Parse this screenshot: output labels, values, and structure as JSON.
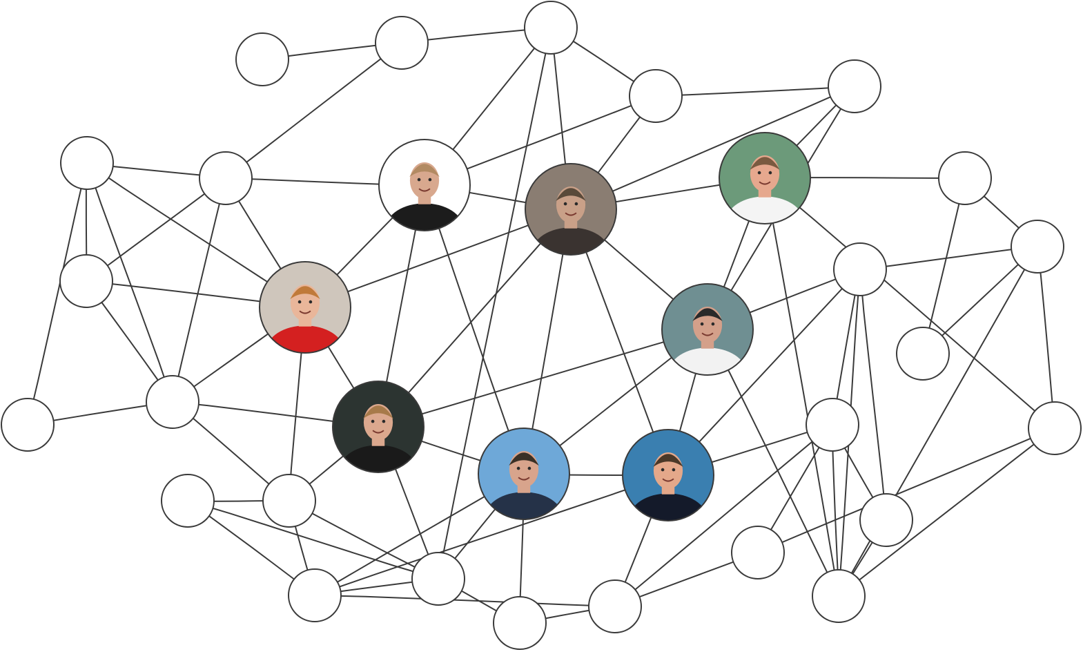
{
  "diagram": {
    "type": "network-graph",
    "nodes": [
      {
        "id": "n0",
        "kind": "empty"
      },
      {
        "id": "n1",
        "kind": "empty"
      },
      {
        "id": "n2",
        "kind": "empty"
      },
      {
        "id": "n3",
        "kind": "empty"
      },
      {
        "id": "n4",
        "kind": "empty"
      },
      {
        "id": "n5",
        "kind": "empty"
      },
      {
        "id": "n6",
        "kind": "empty"
      },
      {
        "id": "n7",
        "kind": "empty"
      },
      {
        "id": "n8",
        "kind": "empty"
      },
      {
        "id": "n9",
        "kind": "empty"
      },
      {
        "id": "n10",
        "kind": "empty"
      },
      {
        "id": "n11",
        "kind": "empty"
      },
      {
        "id": "n12",
        "kind": "empty"
      },
      {
        "id": "n13",
        "kind": "empty"
      },
      {
        "id": "n14",
        "kind": "empty"
      },
      {
        "id": "n15",
        "kind": "empty"
      },
      {
        "id": "n16",
        "kind": "empty"
      },
      {
        "id": "n17",
        "kind": "empty"
      },
      {
        "id": "n18",
        "kind": "empty"
      },
      {
        "id": "n19",
        "kind": "empty"
      },
      {
        "id": "n20",
        "kind": "empty"
      },
      {
        "id": "n21",
        "kind": "empty"
      },
      {
        "id": "n22",
        "kind": "empty"
      },
      {
        "id": "n23",
        "kind": "empty"
      },
      {
        "id": "p1",
        "kind": "photo",
        "palette": {
          "bg": "#ffffff",
          "skin": "#d8a88e",
          "hair": "#b28a62",
          "shirt": "#1c1c1c"
        }
      },
      {
        "id": "p2",
        "kind": "photo",
        "palette": {
          "bg": "#8a7d72",
          "skin": "#c9a088",
          "hair": "#5a4a3a",
          "shirt": "#3a3330"
        }
      },
      {
        "id": "p3",
        "kind": "photo",
        "palette": {
          "bg": "#6c9a7a",
          "skin": "#e6a88e",
          "hair": "#7a5a40",
          "shirt": "#f4f4f4"
        }
      },
      {
        "id": "p4",
        "kind": "photo",
        "palette": {
          "bg": "#cfc6bc",
          "skin": "#e9b69a",
          "hair": "#c07a3a",
          "shirt": "#d42020"
        }
      },
      {
        "id": "p5",
        "kind": "photo",
        "palette": {
          "bg": "#6f8f92",
          "skin": "#d4a08a",
          "hair": "#2a2a2a",
          "shirt": "#f2f2f2"
        }
      },
      {
        "id": "p6",
        "kind": "photo",
        "palette": {
          "bg": "#2c3431",
          "skin": "#dba88e",
          "hair": "#a77a4a",
          "shirt": "#1a1a1a"
        }
      },
      {
        "id": "p7",
        "kind": "photo",
        "palette": {
          "bg": "#6ea8d8",
          "skin": "#d8a48c",
          "hair": "#3a3026",
          "shirt": "#253248"
        }
      },
      {
        "id": "p8",
        "kind": "photo",
        "palette": {
          "bg": "#3a7fb0",
          "skin": "#e4a88a",
          "hair": "#4a3828",
          "shirt": "#141a2a"
        }
      }
    ],
    "edges": [
      [
        "n0",
        "n1"
      ],
      [
        "n1",
        "n2"
      ],
      [
        "n2",
        "n3"
      ],
      [
        "n1",
        "n7"
      ],
      [
        "n2",
        "p1"
      ],
      [
        "n2",
        "p2"
      ],
      [
        "n2",
        "n15"
      ],
      [
        "n3",
        "p2"
      ],
      [
        "n3",
        "n4"
      ],
      [
        "n3",
        "p1"
      ],
      [
        "n4",
        "p2"
      ],
      [
        "n4",
        "p5"
      ],
      [
        "n4",
        "p3"
      ],
      [
        "n5",
        "n6"
      ],
      [
        "n5",
        "p3"
      ],
      [
        "n5",
        "n9"
      ],
      [
        "n6",
        "n9"
      ],
      [
        "n6",
        "n8"
      ],
      [
        "n6",
        "n21"
      ],
      [
        "n6",
        "n19"
      ],
      [
        "n7",
        "n10"
      ],
      [
        "n7",
        "p1"
      ],
      [
        "n7",
        "n11"
      ],
      [
        "n7",
        "n12"
      ],
      [
        "n7",
        "p4"
      ],
      [
        "n10",
        "n11"
      ],
      [
        "n10",
        "p4"
      ],
      [
        "n10",
        "n12"
      ],
      [
        "n10",
        "n13"
      ],
      [
        "n11",
        "n12"
      ],
      [
        "n11",
        "p4"
      ],
      [
        "n12",
        "n13"
      ],
      [
        "n12",
        "p6"
      ],
      [
        "n12",
        "n14"
      ],
      [
        "n12",
        "p4"
      ],
      [
        "n13",
        "n12"
      ],
      [
        "n14",
        "n16"
      ],
      [
        "n14",
        "p6"
      ],
      [
        "n14",
        "n15"
      ],
      [
        "n14",
        "n17"
      ],
      [
        "n14",
        "p4"
      ],
      [
        "n15",
        "n16"
      ],
      [
        "n15",
        "p6"
      ],
      [
        "n15",
        "p7"
      ],
      [
        "n15",
        "n17"
      ],
      [
        "n16",
        "n17"
      ],
      [
        "n17",
        "p7"
      ],
      [
        "n17",
        "n22"
      ],
      [
        "n17",
        "p8"
      ],
      [
        "n18",
        "n22"
      ],
      [
        "n18",
        "p8"
      ],
      [
        "n18",
        "n19"
      ],
      [
        "n18",
        "n23"
      ],
      [
        "n18",
        "n20"
      ],
      [
        "n18",
        "n21"
      ],
      [
        "n19",
        "n20"
      ],
      [
        "n19",
        "n21"
      ],
      [
        "n19",
        "p5"
      ],
      [
        "n20",
        "n21"
      ],
      [
        "n21",
        "p5"
      ],
      [
        "n21",
        "p3"
      ],
      [
        "n21",
        "n8"
      ],
      [
        "n22",
        "p8"
      ],
      [
        "n22",
        "n23"
      ],
      [
        "n23",
        "n8"
      ],
      [
        "p1",
        "p2"
      ],
      [
        "p1",
        "p4"
      ],
      [
        "p1",
        "p7"
      ],
      [
        "p1",
        "p6"
      ],
      [
        "p2",
        "p4"
      ],
      [
        "p2",
        "p5"
      ],
      [
        "p2",
        "p6"
      ],
      [
        "p2",
        "p8"
      ],
      [
        "p2",
        "p7"
      ],
      [
        "p2",
        "p3"
      ],
      [
        "p3",
        "p5"
      ],
      [
        "p3",
        "n8"
      ],
      [
        "p5",
        "p6"
      ],
      [
        "p5",
        "p7"
      ],
      [
        "p5",
        "p8"
      ],
      [
        "p5",
        "n19"
      ],
      [
        "p6",
        "p7"
      ],
      [
        "p6",
        "p4"
      ],
      [
        "p7",
        "p8"
      ],
      [
        "p7",
        "n17"
      ],
      [
        "p8",
        "n19"
      ]
    ]
  }
}
